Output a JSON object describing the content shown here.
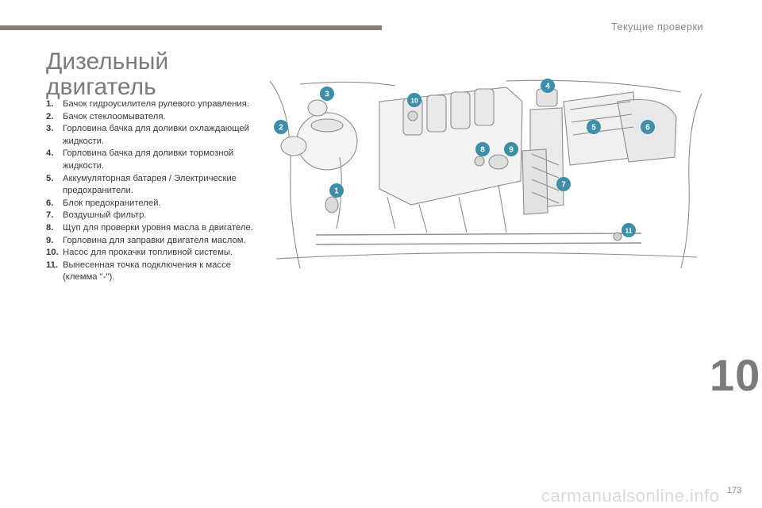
{
  "header": {
    "section_title": "Текущие проверки"
  },
  "title": {
    "line1": "Дизельный",
    "line2": "двигатель"
  },
  "legend": [
    {
      "num": "1.",
      "text": "Бачок гидроусилителя рулевого управления."
    },
    {
      "num": "2.",
      "text": "Бачок стеклоомывателя."
    },
    {
      "num": "3.",
      "text": "Горловина бачка для доливки охлаждающей жидкости."
    },
    {
      "num": "4.",
      "text": "Горловина бачка для доливки тормозной жидкости."
    },
    {
      "num": "5.",
      "text": "Аккумуляторная батарея / Электрические предохранители."
    },
    {
      "num": "6.",
      "text": "Блок предохранителей."
    },
    {
      "num": "7.",
      "text": "Воздушный фильтр."
    },
    {
      "num": "8.",
      "text": "Щуп для проверки уровня масла в двигателе."
    },
    {
      "num": "9.",
      "text": "Горловина для заправки двигателя маслом."
    },
    {
      "num": "10.",
      "text": "Насос для прокачки топливной системы."
    },
    {
      "num": "11.",
      "text": "Вынесенная точка подключения к массе (клемма \"-\")."
    }
  ],
  "diagram": {
    "callouts": [
      "1",
      "2",
      "3",
      "4",
      "5",
      "6",
      "7",
      "8",
      "9",
      "10",
      "11"
    ],
    "callout_color": "#3d8ea9"
  },
  "chapter_number": "10",
  "page_number": "173",
  "watermark": "carmanualsonline.info"
}
